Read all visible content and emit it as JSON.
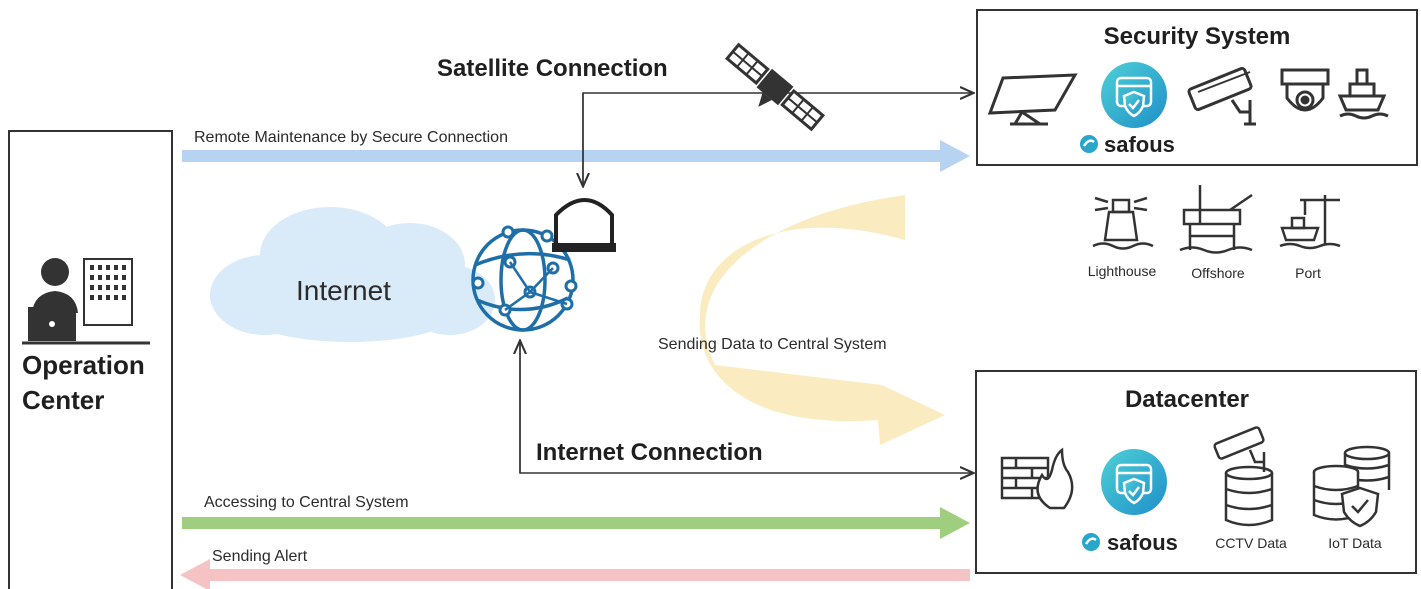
{
  "operation_center": {
    "title_line1": "Operation",
    "title_line2": "Center"
  },
  "cloud": {
    "label": "Internet"
  },
  "connections": {
    "satellite": "Satellite Connection",
    "internet": "Internet Connection"
  },
  "flows": {
    "remote_maintenance": "Remote Maintenance by Secure Connection",
    "sending_data": "Sending Data to Central System",
    "accessing": "Accessing to Central System",
    "sending_alert": "Sending Alert"
  },
  "security_system": {
    "title": "Security System",
    "brand": "safous",
    "sites": [
      "Lighthouse",
      "Offshore",
      "Port"
    ]
  },
  "datacenter": {
    "title": "Datacenter",
    "brand": "safous",
    "items": [
      "CCTV Data",
      "IoT Data"
    ]
  },
  "colors": {
    "remote_arrow": "#b7d3f2",
    "access_arrow": "#9fcf7e",
    "alert_arrow": "#f6c3c4",
    "data_arrow": "#f9eab9",
    "network_blue": "#1e6fa8",
    "safous_teal": "#29a6c9"
  }
}
